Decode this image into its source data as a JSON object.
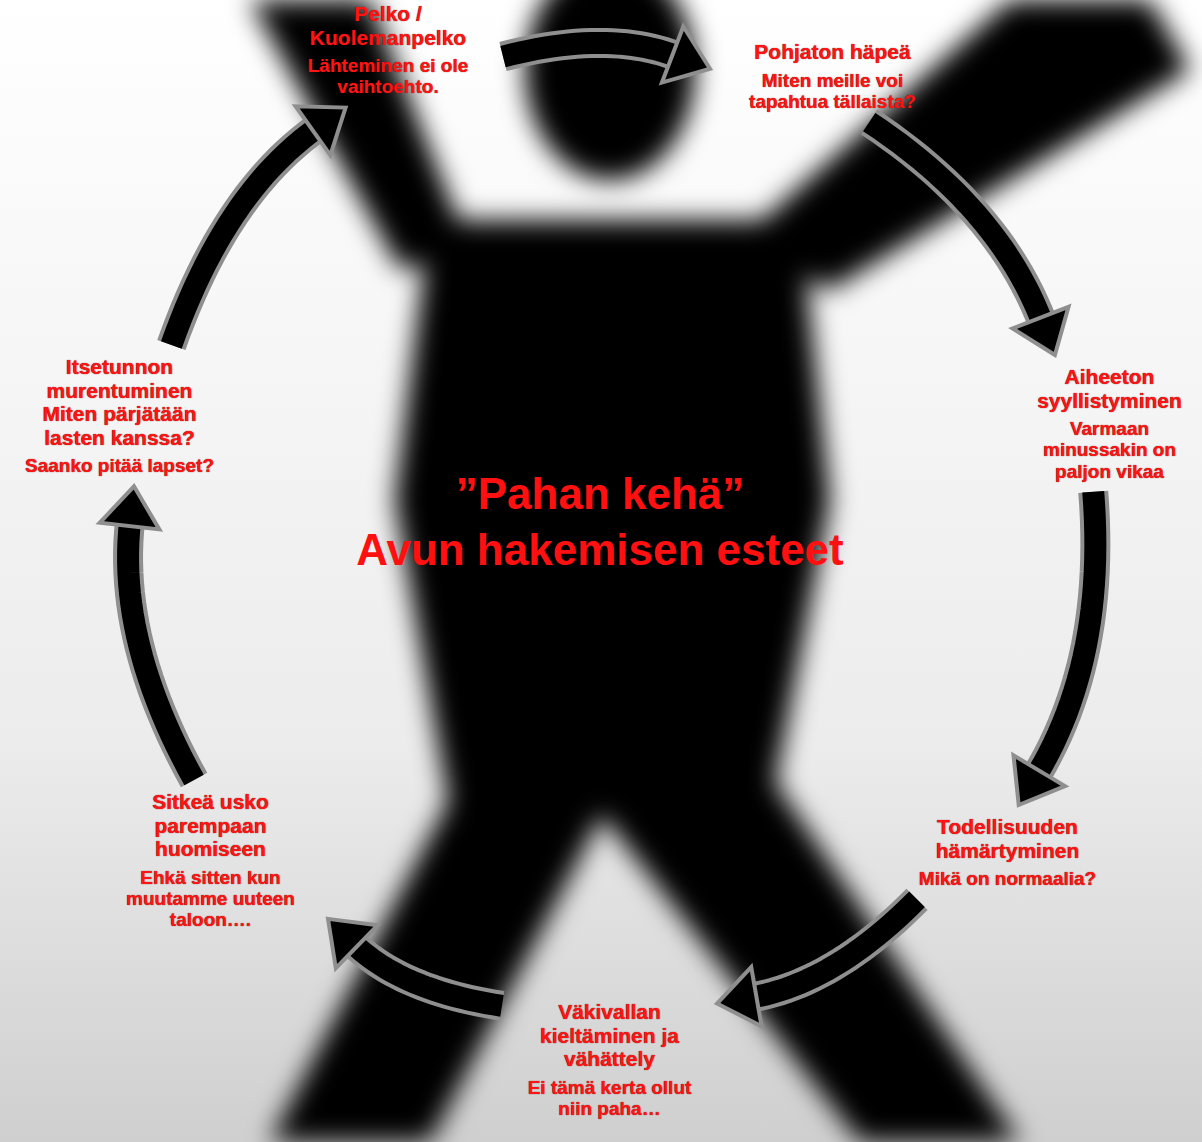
{
  "diagram": {
    "title": "”Pahan kehä”",
    "nodes": [
      {
        "text": [
          "Pelko / Kuolemanpelko",
          "Lähteminen ei ole vaihtoehto."
        ]
      },
      {
        "text": [
          "Pohjaton häpeä",
          "Miten meille voi tapahtua tällaista?"
        ]
      },
      {
        "text": [
          "Aiheeton syyllistyminen",
          "Varmaan minussakin on paljon vikaa"
        ]
      },
      {
        "text": [
          "Todellisuuden hämärtyminen",
          "Mikä on normaalia?"
        ]
      },
      {
        "text": [
          "Väkivallan kieltäminen ja vähättely",
          "Ei tämä kerta ollut niin paha…"
        ]
      },
      {
        "text": [
          "Sitkeä usko parempaan huomiseen",
          "Ehkä sitten kun muutamme uuteen taloon…."
        ]
      },
      {
        "text": [
          "Itsetunnon murentuminen",
          "Miten pärjätään lasten kanssa?",
          "Saanko pitää lapset?"
        ]
      }
    ],
    "edges": [
      {
        "from": 0,
        "to": 1,
        "arrow": "to"
      },
      {
        "from": 1,
        "to": 2,
        "arrow": "to"
      },
      {
        "from": 2,
        "to": 3,
        "arrow": "to"
      },
      {
        "from": 3,
        "to": 4,
        "arrow": "to"
      },
      {
        "from": 4,
        "to": 5,
        "arrow": "to"
      },
      {
        "from": 5,
        "to": 6,
        "arrow": "to"
      },
      {
        "from": 6,
        "to": 0,
        "arrow": "to"
      }
    ],
    "labels": [
      "Avun hakemisen esteet"
    ]
  }
}
